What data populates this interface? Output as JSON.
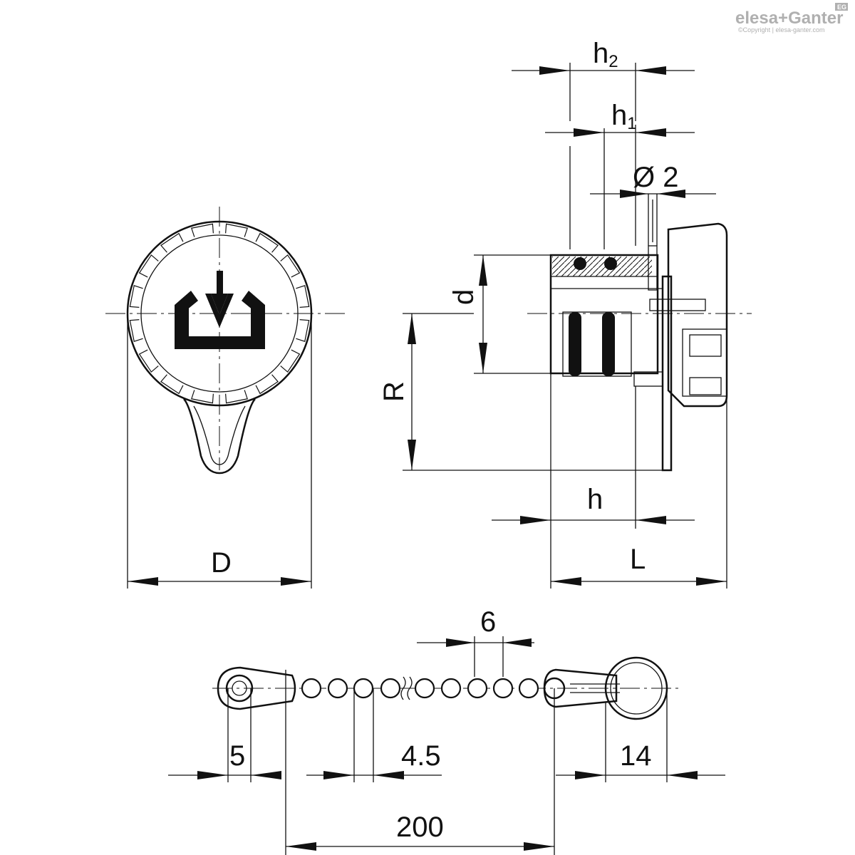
{
  "logo": {
    "brand": "elesa+Ganter",
    "badge": "EG",
    "copyright": "©Copyright | elesa-ganter.com"
  },
  "dimensions": {
    "D": "D",
    "L": "L",
    "h": "h",
    "h1_base": "h",
    "h1_sub": "1",
    "h2_base": "h",
    "h2_sub": "2",
    "d": "d",
    "R": "R",
    "dia2": "Ø 2",
    "chain_pitch": "6",
    "chain_ball": "4.5",
    "eyelet": "5",
    "ring": "14",
    "chain_length": "200"
  },
  "icons": {
    "cap_symbol": "fill-symbol-icon",
    "knurl": "knurled-grip-icon"
  },
  "colors": {
    "line": "#111111",
    "logo": "#b0b0b0"
  }
}
